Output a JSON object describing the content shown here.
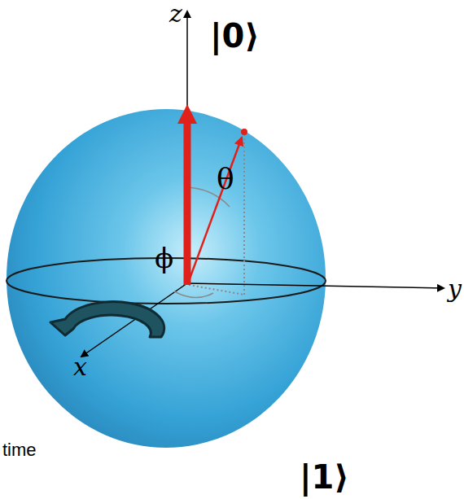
{
  "diagram": {
    "labels": [
      "z",
      "|0⟩",
      "θ",
      "ϕ",
      "y",
      "x",
      "time",
      "|1⟩"
    ]
  }
}
